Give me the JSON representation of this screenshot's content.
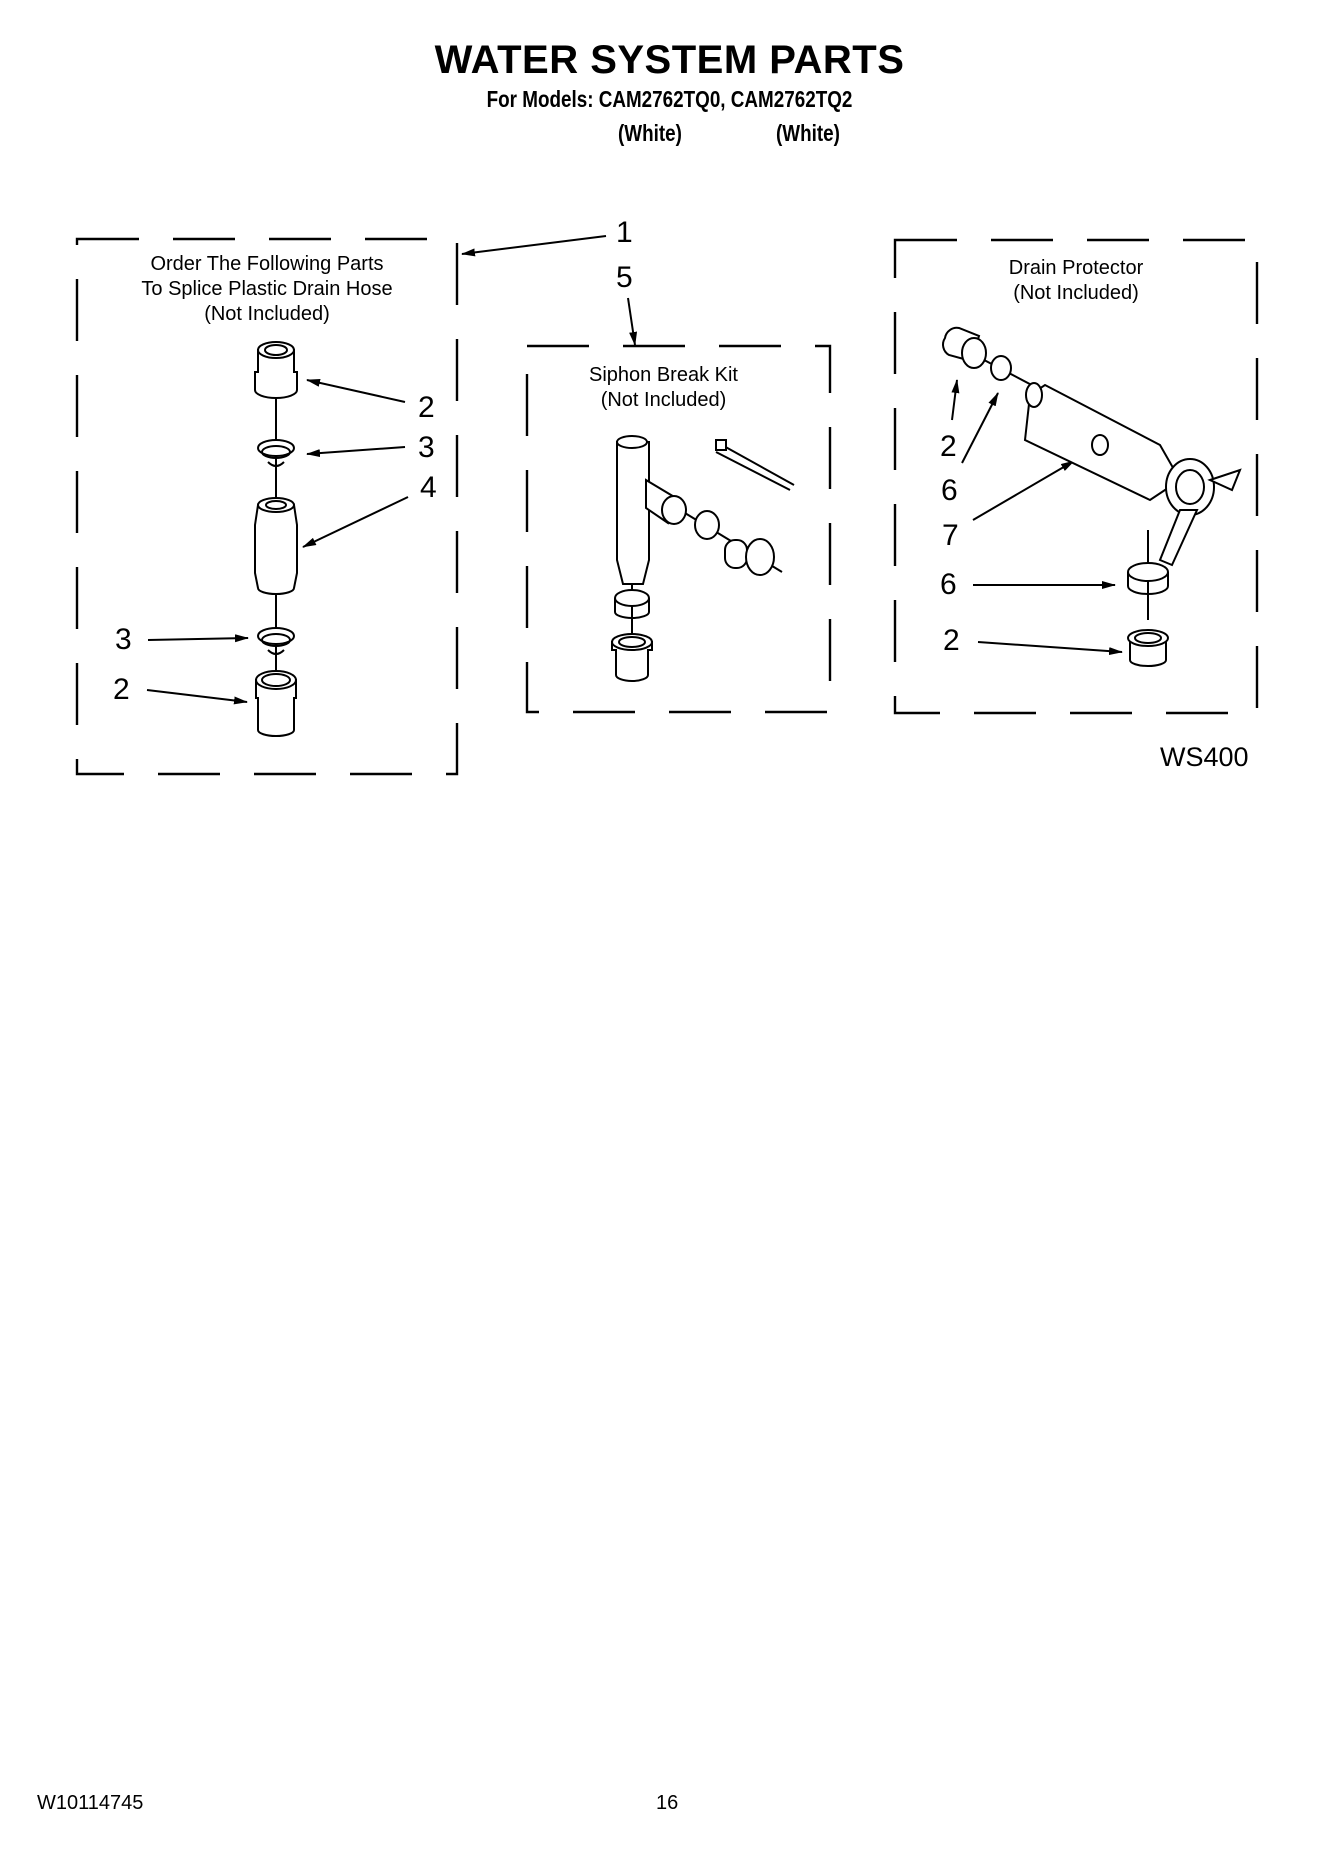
{
  "header": {
    "title": "WATER SYSTEM PARTS",
    "models_line": "For Models: CAM2762TQ0, CAM2762TQ2",
    "model_colors": [
      "(White)",
      "(White)"
    ]
  },
  "diagram": {
    "id_label": "WS400",
    "boxes": [
      {
        "name": "splice-kit",
        "caption_lines": [
          "Order The Following Parts",
          "To Splice Plastic Drain Hose",
          "(Not Included)"
        ]
      },
      {
        "name": "siphon-break-kit",
        "caption_lines": [
          "Siphon Break Kit",
          "(Not Included)"
        ]
      },
      {
        "name": "drain-protector",
        "caption_lines": [
          "Drain Protector",
          "(Not Included)"
        ]
      }
    ],
    "callouts": {
      "box1": "1",
      "box5": "5",
      "left": [
        "2",
        "3",
        "4",
        "3",
        "2"
      ],
      "right": [
        "2",
        "6",
        "7",
        "6",
        "2"
      ]
    }
  },
  "footer": {
    "doc_number": "W10114745",
    "page_number": "16"
  }
}
